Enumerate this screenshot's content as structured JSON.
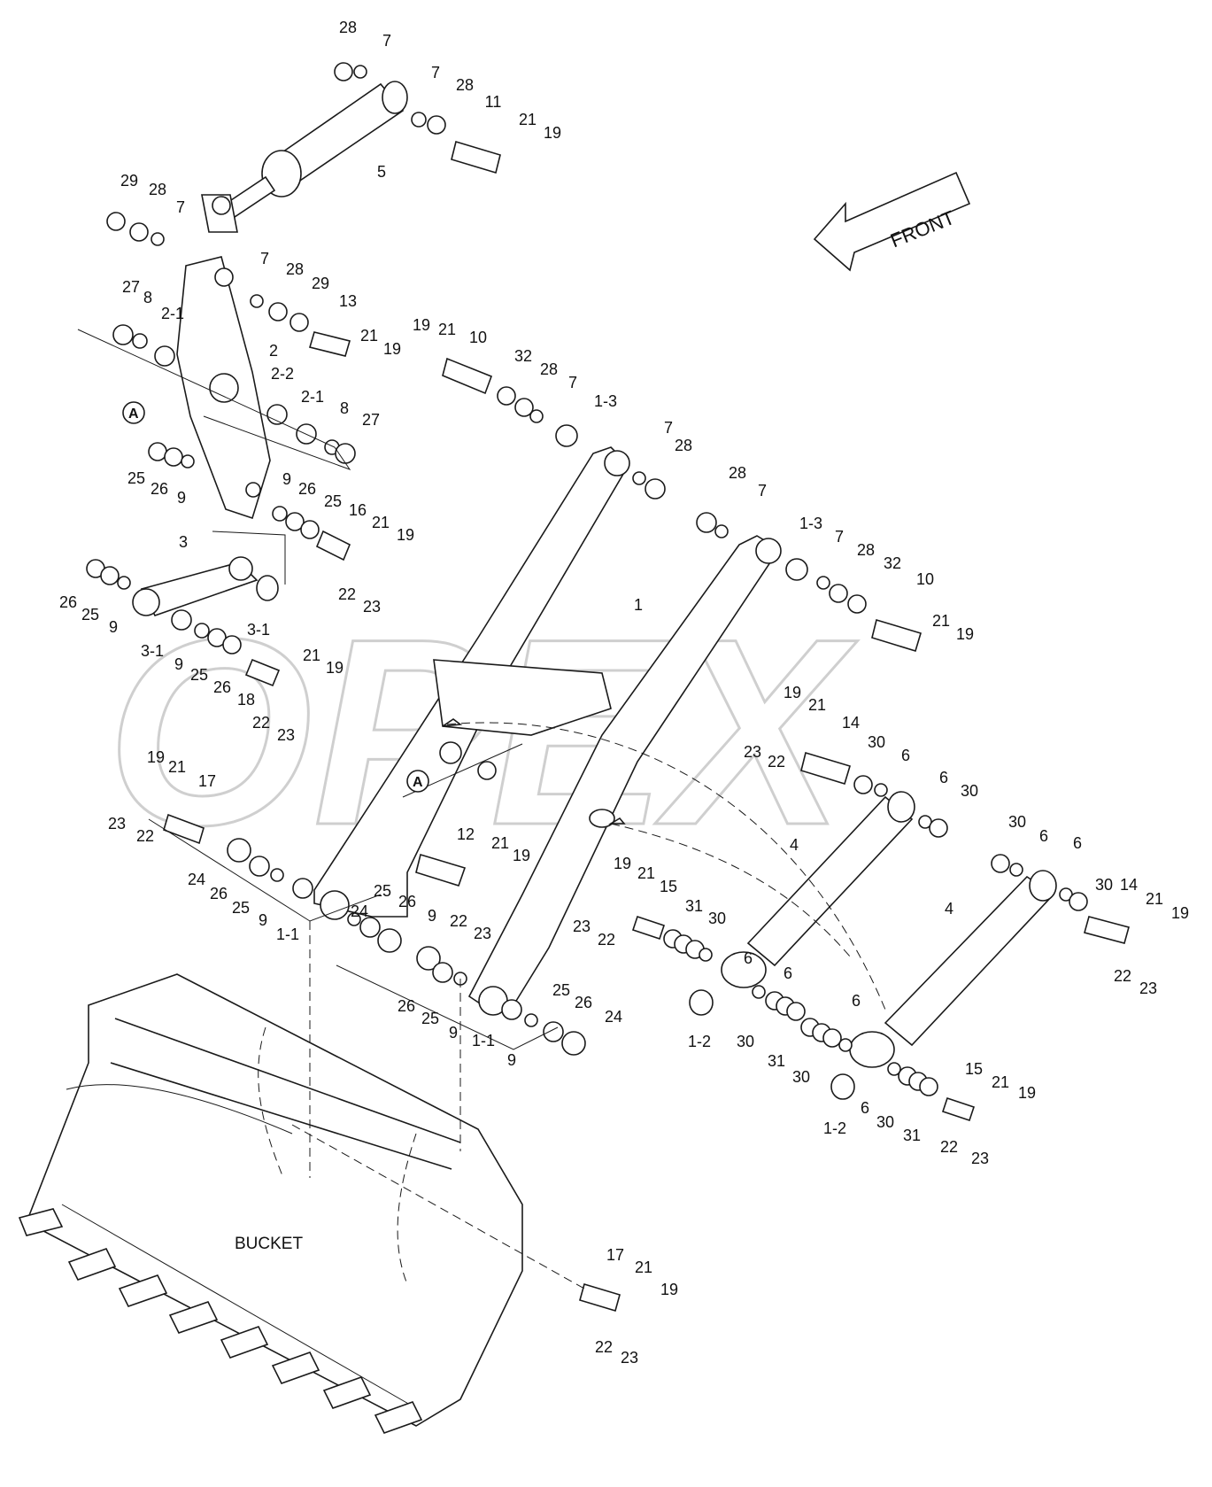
{
  "watermark": "OPEX",
  "front_label": "FRONT",
  "bucket_label": "BUCKET",
  "view_markers": [
    "A",
    "A"
  ],
  "callouts": [
    "28",
    "7",
    "7",
    "28",
    "11",
    "21",
    "19",
    "5",
    "29",
    "28",
    "7",
    "7",
    "28",
    "29",
    "13",
    "21",
    "19",
    "27",
    "8",
    "2-1",
    "2",
    "2-2",
    "2-1",
    "8",
    "27",
    "25",
    "26",
    "9",
    "9",
    "26",
    "25",
    "16",
    "21",
    "19",
    "22",
    "23",
    "3",
    "26",
    "25",
    "9",
    "3-1",
    "3-1",
    "9",
    "25",
    "26",
    "18",
    "21",
    "19",
    "22",
    "23",
    "19",
    "21",
    "10",
    "32",
    "28",
    "7",
    "1-3",
    "7",
    "28",
    "28",
    "7",
    "1-3",
    "7",
    "28",
    "32",
    "10",
    "21",
    "19",
    "1",
    "19",
    "21",
    "14",
    "23",
    "22",
    "30",
    "6",
    "6",
    "30",
    "19",
    "21",
    "17",
    "23",
    "22",
    "12",
    "21",
    "19",
    "22",
    "23",
    "24",
    "26",
    "25",
    "9",
    "1-1",
    "25",
    "26",
    "9",
    "24",
    "26",
    "25",
    "9",
    "1-1",
    "9",
    "25",
    "26",
    "24",
    "19",
    "21",
    "15",
    "23",
    "22",
    "31",
    "30",
    "6",
    "1-2",
    "4",
    "6",
    "30",
    "31",
    "30",
    "6",
    "6",
    "1-2",
    "30",
    "6",
    "6",
    "30",
    "14",
    "21",
    "19",
    "4",
    "22",
    "23",
    "15",
    "21",
    "19",
    "30",
    "31",
    "22",
    "23",
    "17",
    "21",
    "19",
    "22",
    "23"
  ]
}
